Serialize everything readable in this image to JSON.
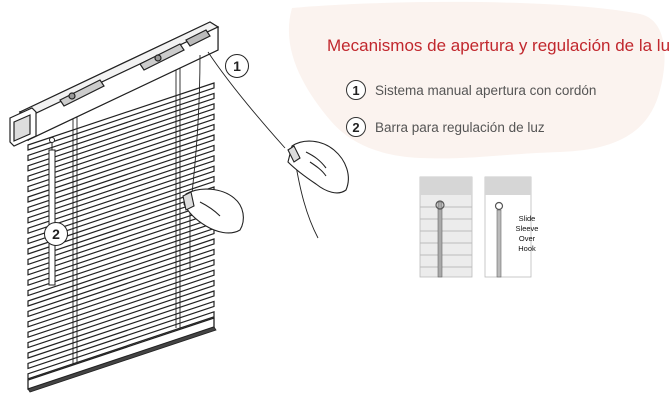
{
  "title": "Mecanismos de apertura y regulación de la luz",
  "legend": [
    {
      "number": "1",
      "text": "Sistema manual apertura con cordón"
    },
    {
      "number": "2",
      "text": "Barra para regulación de luz"
    }
  ],
  "callouts": {
    "cord": "1",
    "wand": "2"
  },
  "detail": {
    "label_lines": [
      "Slide",
      "Sleeve",
      "Over",
      "Hook"
    ]
  },
  "colors": {
    "title": "#c1272d",
    "background_blob": "#fbf3ef",
    "line_art": "#222222"
  }
}
